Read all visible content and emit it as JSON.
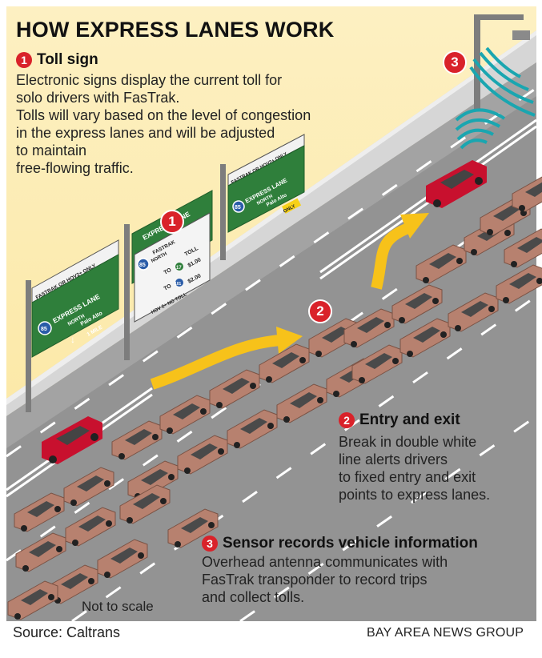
{
  "title": "HOW EXPRESS LANES WORK",
  "sections": [
    {
      "number": "1",
      "heading": "Toll sign",
      "lines": [
        "Electronic signs display the current toll for",
        "solo drivers with FasTrak.",
        "Tolls will vary based on the level of congestion",
        "in the express lanes and will be adjusted",
        "to maintain",
        "free-flowing traffic."
      ]
    },
    {
      "number": "2",
      "heading": "Entry and exit",
      "lines": [
        "Break in double white",
        "line alerts drivers",
        "to fixed entry and exit",
        "points to express lanes."
      ]
    },
    {
      "number": "3",
      "heading": "Sensor records vehicle information",
      "lines": [
        "Overhead antenna communicates with",
        "FasTrak transponder to record trips",
        "and collect tolls."
      ]
    }
  ],
  "scale_note": "Not to scale",
  "source": "Source: Caltrans",
  "credit": "BAY AREA NEWS GROUP",
  "badges": {
    "toll_sign": "1",
    "entry_exit": "2",
    "sensor": "3"
  },
  "signs": {
    "near": {
      "top": "FASTRAK OR HOV2+ ONLY",
      "route": "85",
      "lines": [
        "EXPRESS LANE",
        "NORTH",
        "Palo Alto",
        "1 MILE"
      ]
    },
    "middle": {
      "header": "EXPRESS LANE",
      "route": "85",
      "sub": "FASTRAK",
      "direction": "NORTH",
      "toll_label": "TOLL",
      "to1": "TO",
      "exit1": "17",
      "price1": "$1.00",
      "to2": "TO",
      "exit2": "101",
      "price2": "$2.00",
      "footer": "HOV 2+ NO TOLL"
    },
    "far": {
      "top": "FASTRAK OR HOV2+ ONLY",
      "route": "85",
      "lines": [
        "EXPRESS LANE",
        "NORTH",
        "Palo Alto"
      ],
      "only": "ONLY"
    }
  },
  "colors": {
    "background": "#fbe7a3",
    "road": "#8f8f8f",
    "barrier": "#d9d9d9",
    "sign_green": "#2f7f3b",
    "arrow_yellow": "#f7c21a",
    "car_red": "#c8102e",
    "car_brown": "#b7816f",
    "antenna_teal": "#1aa6b0",
    "badge_red": "#d9222a"
  }
}
